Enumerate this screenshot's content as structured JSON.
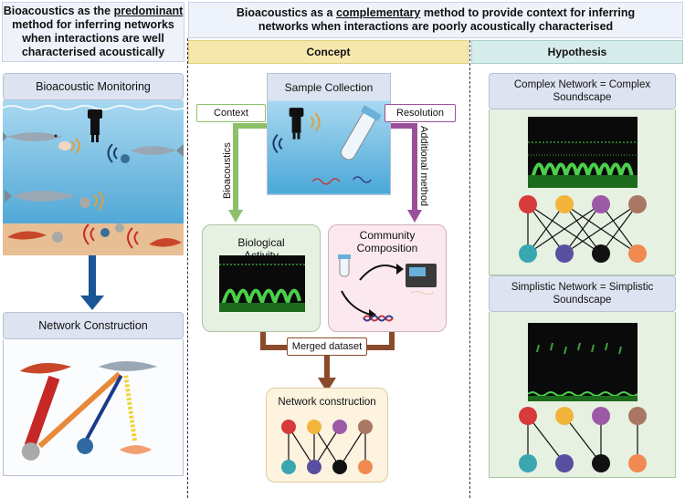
{
  "left_header": {
    "line1_prefix": "Bioacoustics as the ",
    "line1_underlined": "predominant",
    "line2": "method for inferring networks",
    "line3": "when interactions are well",
    "line4": "characterised acoustically"
  },
  "right_header": {
    "line1_prefix": "Bioacoustics as a ",
    "line1_underlined": "complementary",
    "line1_suffix": " method to provide context for inferring",
    "line2": "networks when interactions are poorly acoustically characterised"
  },
  "columns": {
    "concept": "Concept",
    "hypothesis": "Hypothesis"
  },
  "left_panel": {
    "monitoring_title": "Bioacoustic Monitoring",
    "network_title": "Network Construction"
  },
  "concept": {
    "sample_collection": "Sample Collection",
    "context_tag": "Context",
    "resolution_tag": "Resolution",
    "bioacoustics_label": "Bioacoustics",
    "additional_method_label": "Additional method",
    "biological_activity_line1": "Biological",
    "biological_activity_line2": "Activity",
    "community_line1": "Community",
    "community_line2": "Composition",
    "merged_dataset": "Merged dataset",
    "network_construction": "Network construction"
  },
  "hypothesis": {
    "complex_line1": "Complex Network = Complex",
    "complex_line2": "Soundscape",
    "simple_line1": "Simplistic Network = Simplistic",
    "simple_line2": "Soundscape"
  },
  "colors": {
    "context_green": "#8cc06a",
    "resolution_purple": "#9a4f9a",
    "merge_brown": "#8a4b2c",
    "down_arrow_blue": "#1a5596",
    "concept_header_bg": "#f6e8ad",
    "hypothesis_header_bg": "#d6ecea",
    "node_red": "#d63a3a",
    "node_yellow": "#f2b43a",
    "node_purple": "#9c5aa6",
    "node_brown": "#a87864",
    "node_teal": "#3aa6b0",
    "node_indigo": "#5a4ea0",
    "node_black": "#111111",
    "node_orange": "#f08a50"
  }
}
